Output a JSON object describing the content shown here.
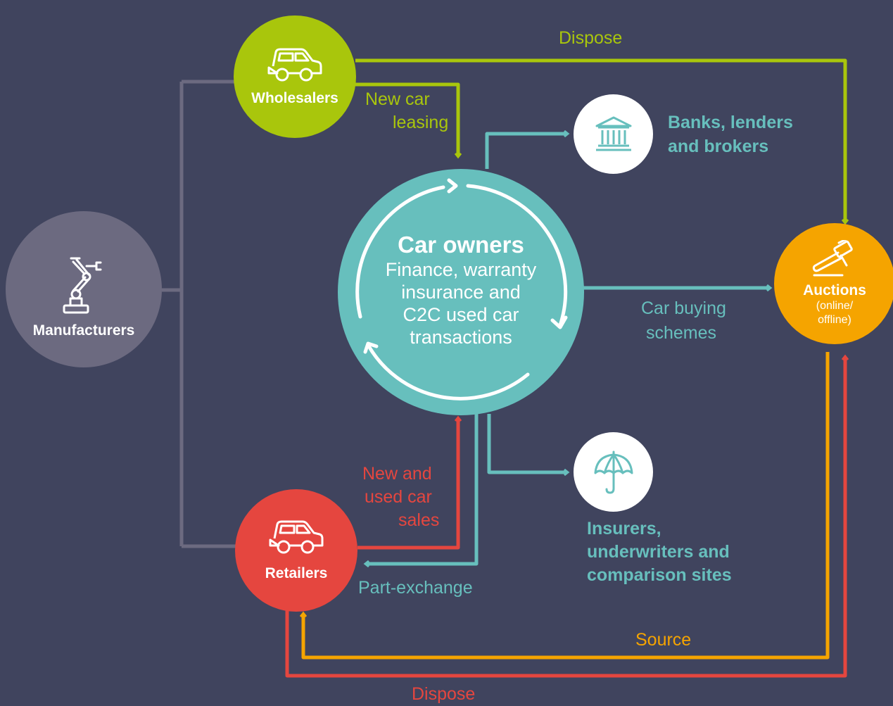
{
  "colors": {
    "background": "#40445e",
    "manufacturers": "#6c6a80",
    "wholesalers": "#a9c60c",
    "car_owners": "#67bfbd",
    "retailers": "#e5463f",
    "auctions": "#f5a400",
    "white_nodes": "#ffffff",
    "flow_green": "#a9c60c",
    "flow_teal": "#67bfbd",
    "flow_red": "#e5463f",
    "flow_orange": "#f5a400",
    "flow_grey": "#6c6a80"
  },
  "nodes": {
    "manufacturers": {
      "label": "Manufacturers",
      "icon": "robot-arm-icon"
    },
    "wholesalers": {
      "label": "Wholesalers",
      "icon": "car-icon"
    },
    "retailers": {
      "label": "Retailers",
      "icon": "car-icon"
    },
    "auctions": {
      "label": "Auctions",
      "sub1": "(online/",
      "sub2": "offline)",
      "icon": "gavel-icon"
    },
    "car_owners": {
      "title": "Car owners",
      "line1": "Finance, warranty",
      "line2": "insurance and",
      "line3": "C2C used car",
      "line4": "transactions"
    },
    "banks": {
      "icon": "bank-icon",
      "line1": "Banks, lenders",
      "line2": "and brokers"
    },
    "insurers": {
      "icon": "umbrella-icon",
      "line1": "Insurers,",
      "line2": "underwriters and",
      "line3": "comparison sites"
    }
  },
  "flows": {
    "dispose_top": "Dispose",
    "new_car_leasing_1": "New car",
    "new_car_leasing_2": "leasing",
    "car_buying_1": "Car buying",
    "car_buying_2": "schemes",
    "new_used_1": "New and",
    "new_used_2": "used car",
    "new_used_3": "sales",
    "part_exchange": "Part-exchange",
    "source": "Source",
    "dispose_bottom": "Dispose"
  }
}
